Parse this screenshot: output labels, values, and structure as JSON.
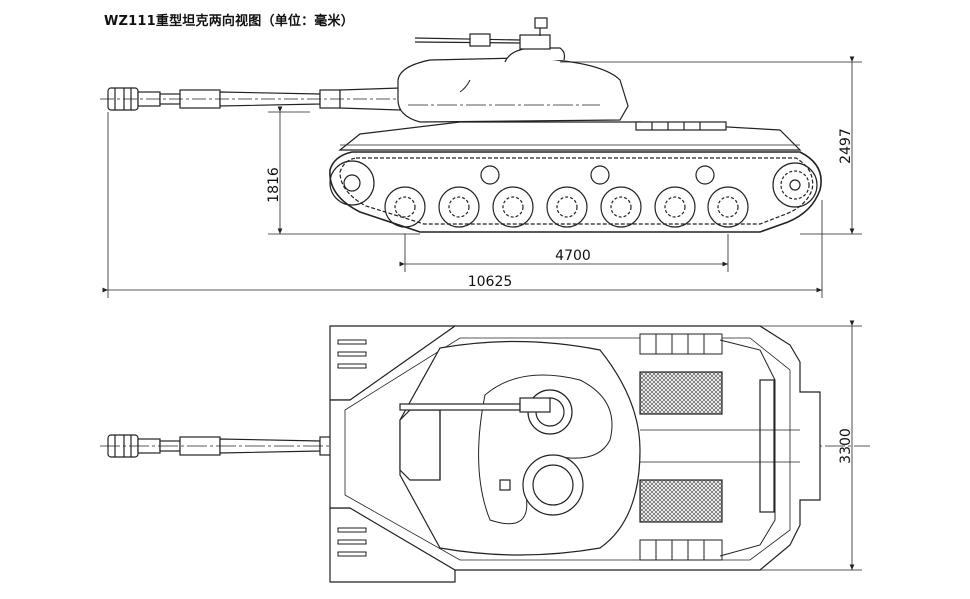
{
  "title": "WZ111重型坦克两向视图（单位：毫米）",
  "dimensions": {
    "hull_height": "1816",
    "total_height": "2497",
    "track_contact_length": "4700",
    "overall_length": "10625",
    "width": "3300"
  },
  "colors": {
    "line": "#222222",
    "grille": "#555555"
  }
}
